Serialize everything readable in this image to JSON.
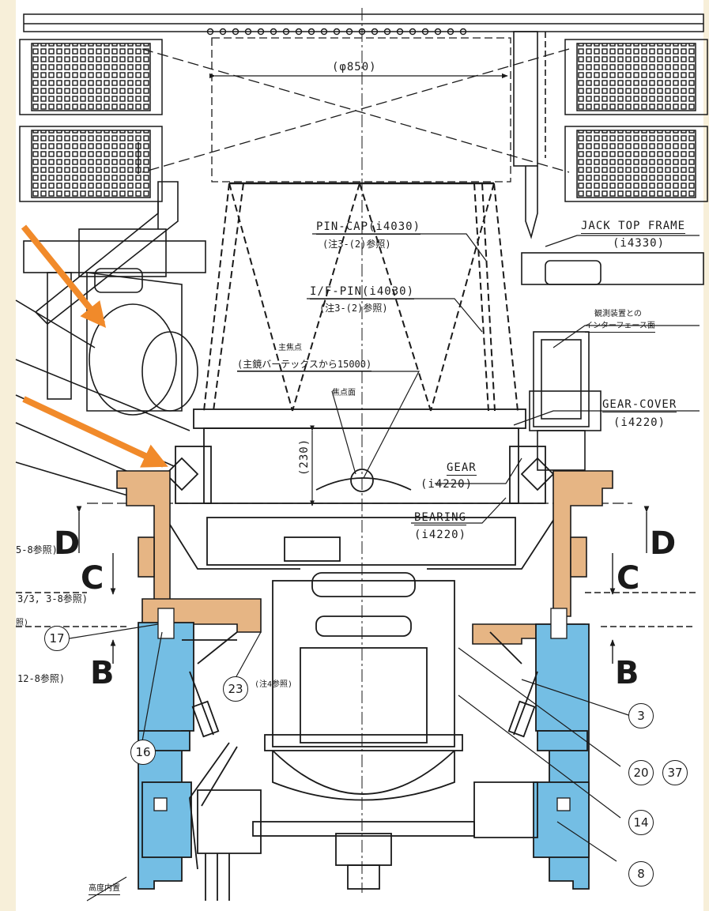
{
  "drawing": {
    "dimension_top": "(φ850)",
    "dimension_side": "(230)",
    "labels": {
      "jack_top_frame": "JACK TOP FRAME",
      "jack_top_frame_num": "(i4330)",
      "pin_cap": "PIN-CAP(i4030)",
      "pin_cap_note": "(注3-(2)参照)",
      "if_pin": "I/F-PIN(i4030)",
      "if_pin_note": "(注3-(2)参照)",
      "focal_title": "主焦点",
      "focal_note": "(主鏡バーテックスから15000)",
      "focal_plane": "焦点面",
      "interface_1": "観測装置との",
      "interface_2": "インターフェース面",
      "gear_cover": "GEAR-COVER",
      "gear_cover_num": "(i4220)",
      "gear": "GEAR",
      "gear_num": "(i4220)",
      "bearing": "BEARING",
      "bearing_num": "(i4220)",
      "note_5": "5-8参照)",
      "note_3": "3/3, 3-8参照)",
      "note_ref": "照)",
      "note_12": "12-8参照)",
      "note_23": "(注4参照)",
      "bottom_note": "高度内置"
    },
    "section_markers": {
      "d": "D",
      "c": "C",
      "b": "B"
    },
    "callouts": {
      "c17": "17",
      "c16": "16",
      "c23": "23",
      "c3": "3",
      "c20": "20",
      "c37": "37",
      "c14": "14",
      "c8": "8"
    },
    "colors": {
      "background": "#f7efd9",
      "paper": "#ffffff",
      "line": "#1a1a1a",
      "tan_part": "#e6b584",
      "blue_part": "#74bee4",
      "arrow": "#f18a2a"
    }
  }
}
